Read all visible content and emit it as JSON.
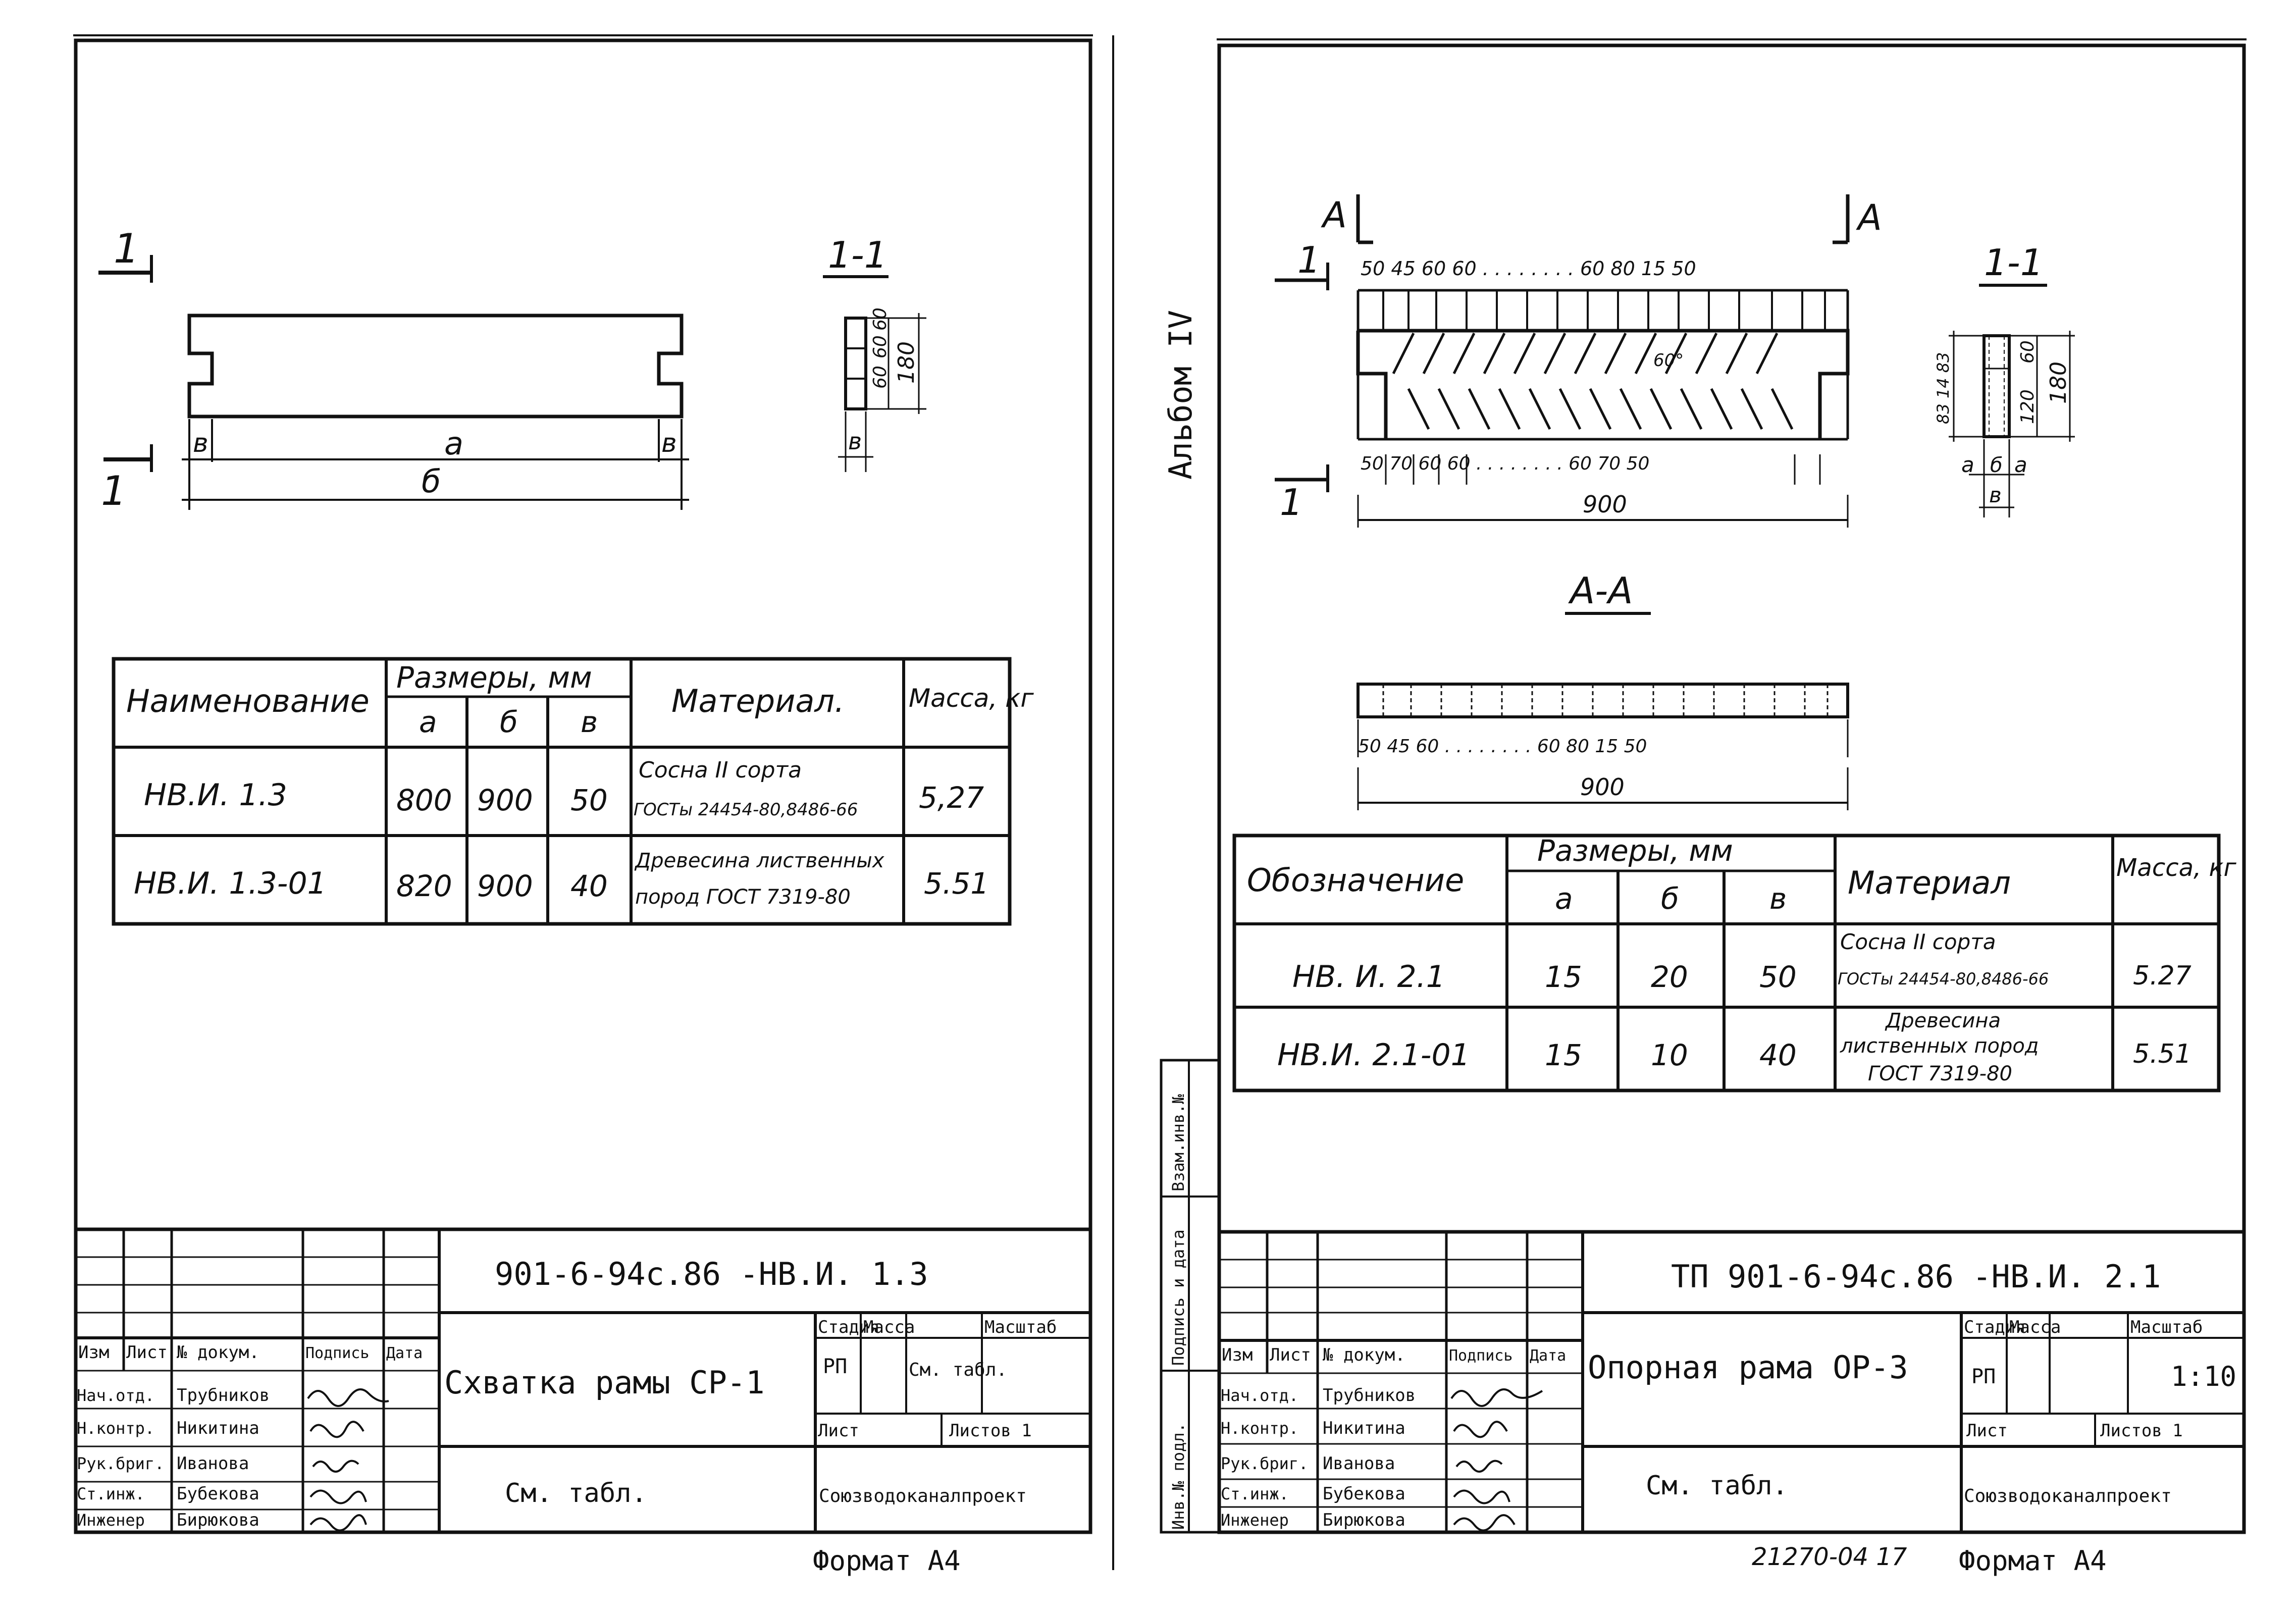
{
  "left": {
    "section_mark": "1",
    "section_title": "1-1",
    "drawing": {
      "a": "а",
      "b": "б",
      "v": "в",
      "v_right": "в"
    },
    "section_dims": {
      "d1": "60",
      "d2": "60",
      "d3": "60",
      "total": "180",
      "width": "в"
    },
    "table": {
      "h_name": "Наименование",
      "h_dims": "Размеры, мм",
      "h_a": "а",
      "h_b": "б",
      "h_v": "в",
      "h_material": "Материал.",
      "h_mass": "Масса, кг",
      "rows": [
        {
          "name": "НВ.И. 1.3",
          "a": "800",
          "b": "900",
          "v": "50",
          "mat1": "Сосна II сорта",
          "mat2": "ГОСТы 24454-80,8486-66",
          "mass": "5,27"
        },
        {
          "name": "НВ.И. 1.3-01",
          "a": "820",
          "b": "900",
          "v": "40",
          "mat1": "Древесина лиственных",
          "mat2": "пород ГОСТ 7319-80",
          "mass": "5.51"
        }
      ]
    },
    "stamp": {
      "code": "901-6-94с.86   -НВ.И. 1.3",
      "h_izm": "Изм",
      "h_list": "Лист",
      "h_doc": "№ докум.",
      "h_sign": "Подпись",
      "h_date": "Дата",
      "people": [
        {
          "role": "Нач.отд.",
          "name": "Трубников"
        },
        {
          "role": "Н.контр.",
          "name": "Никитина"
        },
        {
          "role": "Рук.бриг.",
          "name": "Иванова"
        },
        {
          "role": "Ст.инж.",
          "name": "Бубекова"
        },
        {
          "role": "Инженер",
          "name": "Бирюкова"
        }
      ],
      "title": "Схватка рамы СР-1",
      "h_stage": "Стадия",
      "h_mass": "Масса",
      "h_scale": "Масштаб",
      "stage": "РП",
      "mass": "См. табл.",
      "scale": "",
      "sheet": "Лист",
      "sheets": "Листов 1",
      "material": "См. табл.",
      "org": "Союзводоканалпроект",
      "format": "Формат А4"
    }
  },
  "right": {
    "album": "Альбом IV",
    "mark_a": "А",
    "section_mark": "1",
    "section_title": "1-1",
    "view_title": "А-А",
    "dims_top": "50 45 60 60  . . . . . . . .  60 80 15 50",
    "dims_bottom": "50 70 60 60  . . . . . . . .  60 70 50",
    "dim_900": "900",
    "angle": "60°",
    "dims_aa": "50 45 60  . . . . . . . .  60 80  15 50",
    "dim_900_aa": "900",
    "section_dims": {
      "left": "83 14 83",
      "d1": "120",
      "d2": "60",
      "total": "180",
      "a": "а",
      "b": "б",
      "v": "в"
    },
    "table": {
      "h_name": "Обозначение",
      "h_dims": "Размеры, мм",
      "h_a": "а",
      "h_b": "б",
      "h_v": "в",
      "h_material": "Материал",
      "h_mass": "Масса, кг",
      "rows": [
        {
          "name": "НВ. И. 2.1",
          "a": "15",
          "b": "20",
          "v": "50",
          "mat1": "Сосна II сорта",
          "mat2": "ГОСТы 24454-80,8486-66",
          "mat3": "",
          "mass": "5.27"
        },
        {
          "name": "НВ.И. 2.1-01",
          "a": "15",
          "b": "10",
          "v": "40",
          "mat1": "Древесина",
          "mat2": "лиственных пород",
          "mat3": "ГОСТ 7319-80",
          "mass": "5.51"
        }
      ]
    },
    "side_labels": [
      "Инв.№ подл.",
      "Подпись и дата",
      "Взам.инв.№"
    ],
    "stamp": {
      "code": "ТП 901-6-94с.86   -НВ.И. 2.1",
      "h_izm": "Изм",
      "h_list": "Лист",
      "h_doc": "№ докум.",
      "h_sign": "Подпись",
      "h_date": "Дата",
      "people": [
        {
          "role": "Нач.отд.",
          "name": "Трубников"
        },
        {
          "role": "Н.контр.",
          "name": "Никитина"
        },
        {
          "role": "Рук.бриг.",
          "name": "Иванова"
        },
        {
          "role": "Ст.инж.",
          "name": "Бубекова"
        },
        {
          "role": "Инженер",
          "name": "Бирюкова"
        }
      ],
      "title": "Опорная рама ОР-3",
      "h_stage": "Стадия",
      "h_mass": "Масса",
      "h_scale": "Масштаб",
      "stage": "РП",
      "mass": "",
      "scale": "1:10",
      "sheet": "Лист",
      "sheets": "Листов 1",
      "material": "См. табл.",
      "org": "Союзводоканалпроект",
      "number": "21270-04  17",
      "format": "Формат А4"
    }
  }
}
